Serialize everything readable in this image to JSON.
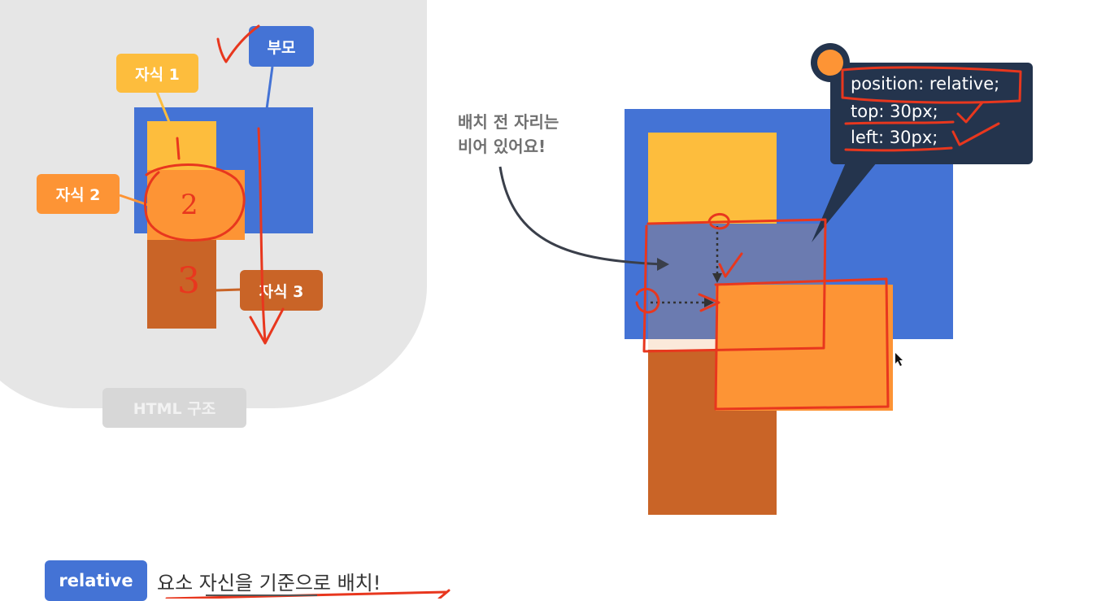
{
  "left_diagram": {
    "parent_label": "부모",
    "child1_label": "자식 1",
    "child2_label": "자식 2",
    "child3_label": "자식 3",
    "footer_label": "HTML 구조",
    "annotations": {
      "number_2": "2",
      "number_3": "3"
    }
  },
  "right_diagram": {
    "note_line1": "배치 전 자리는",
    "note_line2": "비어 있어요!",
    "code": {
      "line1": "position: relative;",
      "line2": "top: 30px;",
      "line3": "left: 30px;"
    }
  },
  "bottom": {
    "badge": "relative",
    "caption": "요소 자신을 기준으로 배치!"
  },
  "colors": {
    "parent_blue": "#4473d5",
    "child1_yellow": "#fdbd3d",
    "child2_orange": "#fd9435",
    "child3_brown": "#c96427",
    "annotation_red": "#e8371e",
    "code_bg": "#24344d",
    "gray_bg": "#e6e6e6"
  }
}
